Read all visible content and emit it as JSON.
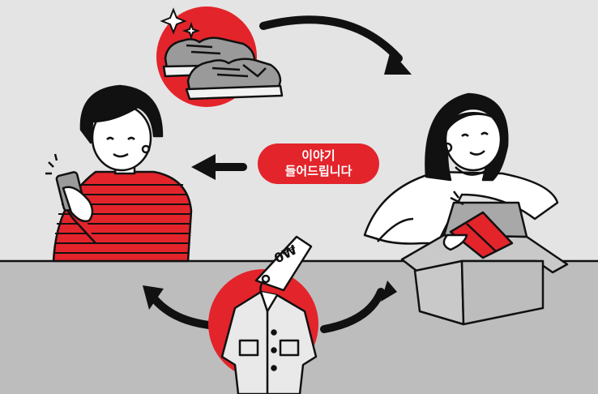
{
  "bubble": {
    "line1": "이야기",
    "line2": "들어드립니다"
  },
  "price_tag": {
    "text": "0₩"
  },
  "colors": {
    "accent": "#e3242b",
    "background": "#e4e4e4",
    "floor": "#bdbdbd",
    "outline": "#111111",
    "skin": "#ffffff",
    "box": "#c9c9c9"
  },
  "icons": [
    "sparkle-icon",
    "sneakers-icon",
    "shirt-icon",
    "price-tag-icon",
    "cardboard-box-icon",
    "smartphone-icon",
    "arrow-icon"
  ]
}
